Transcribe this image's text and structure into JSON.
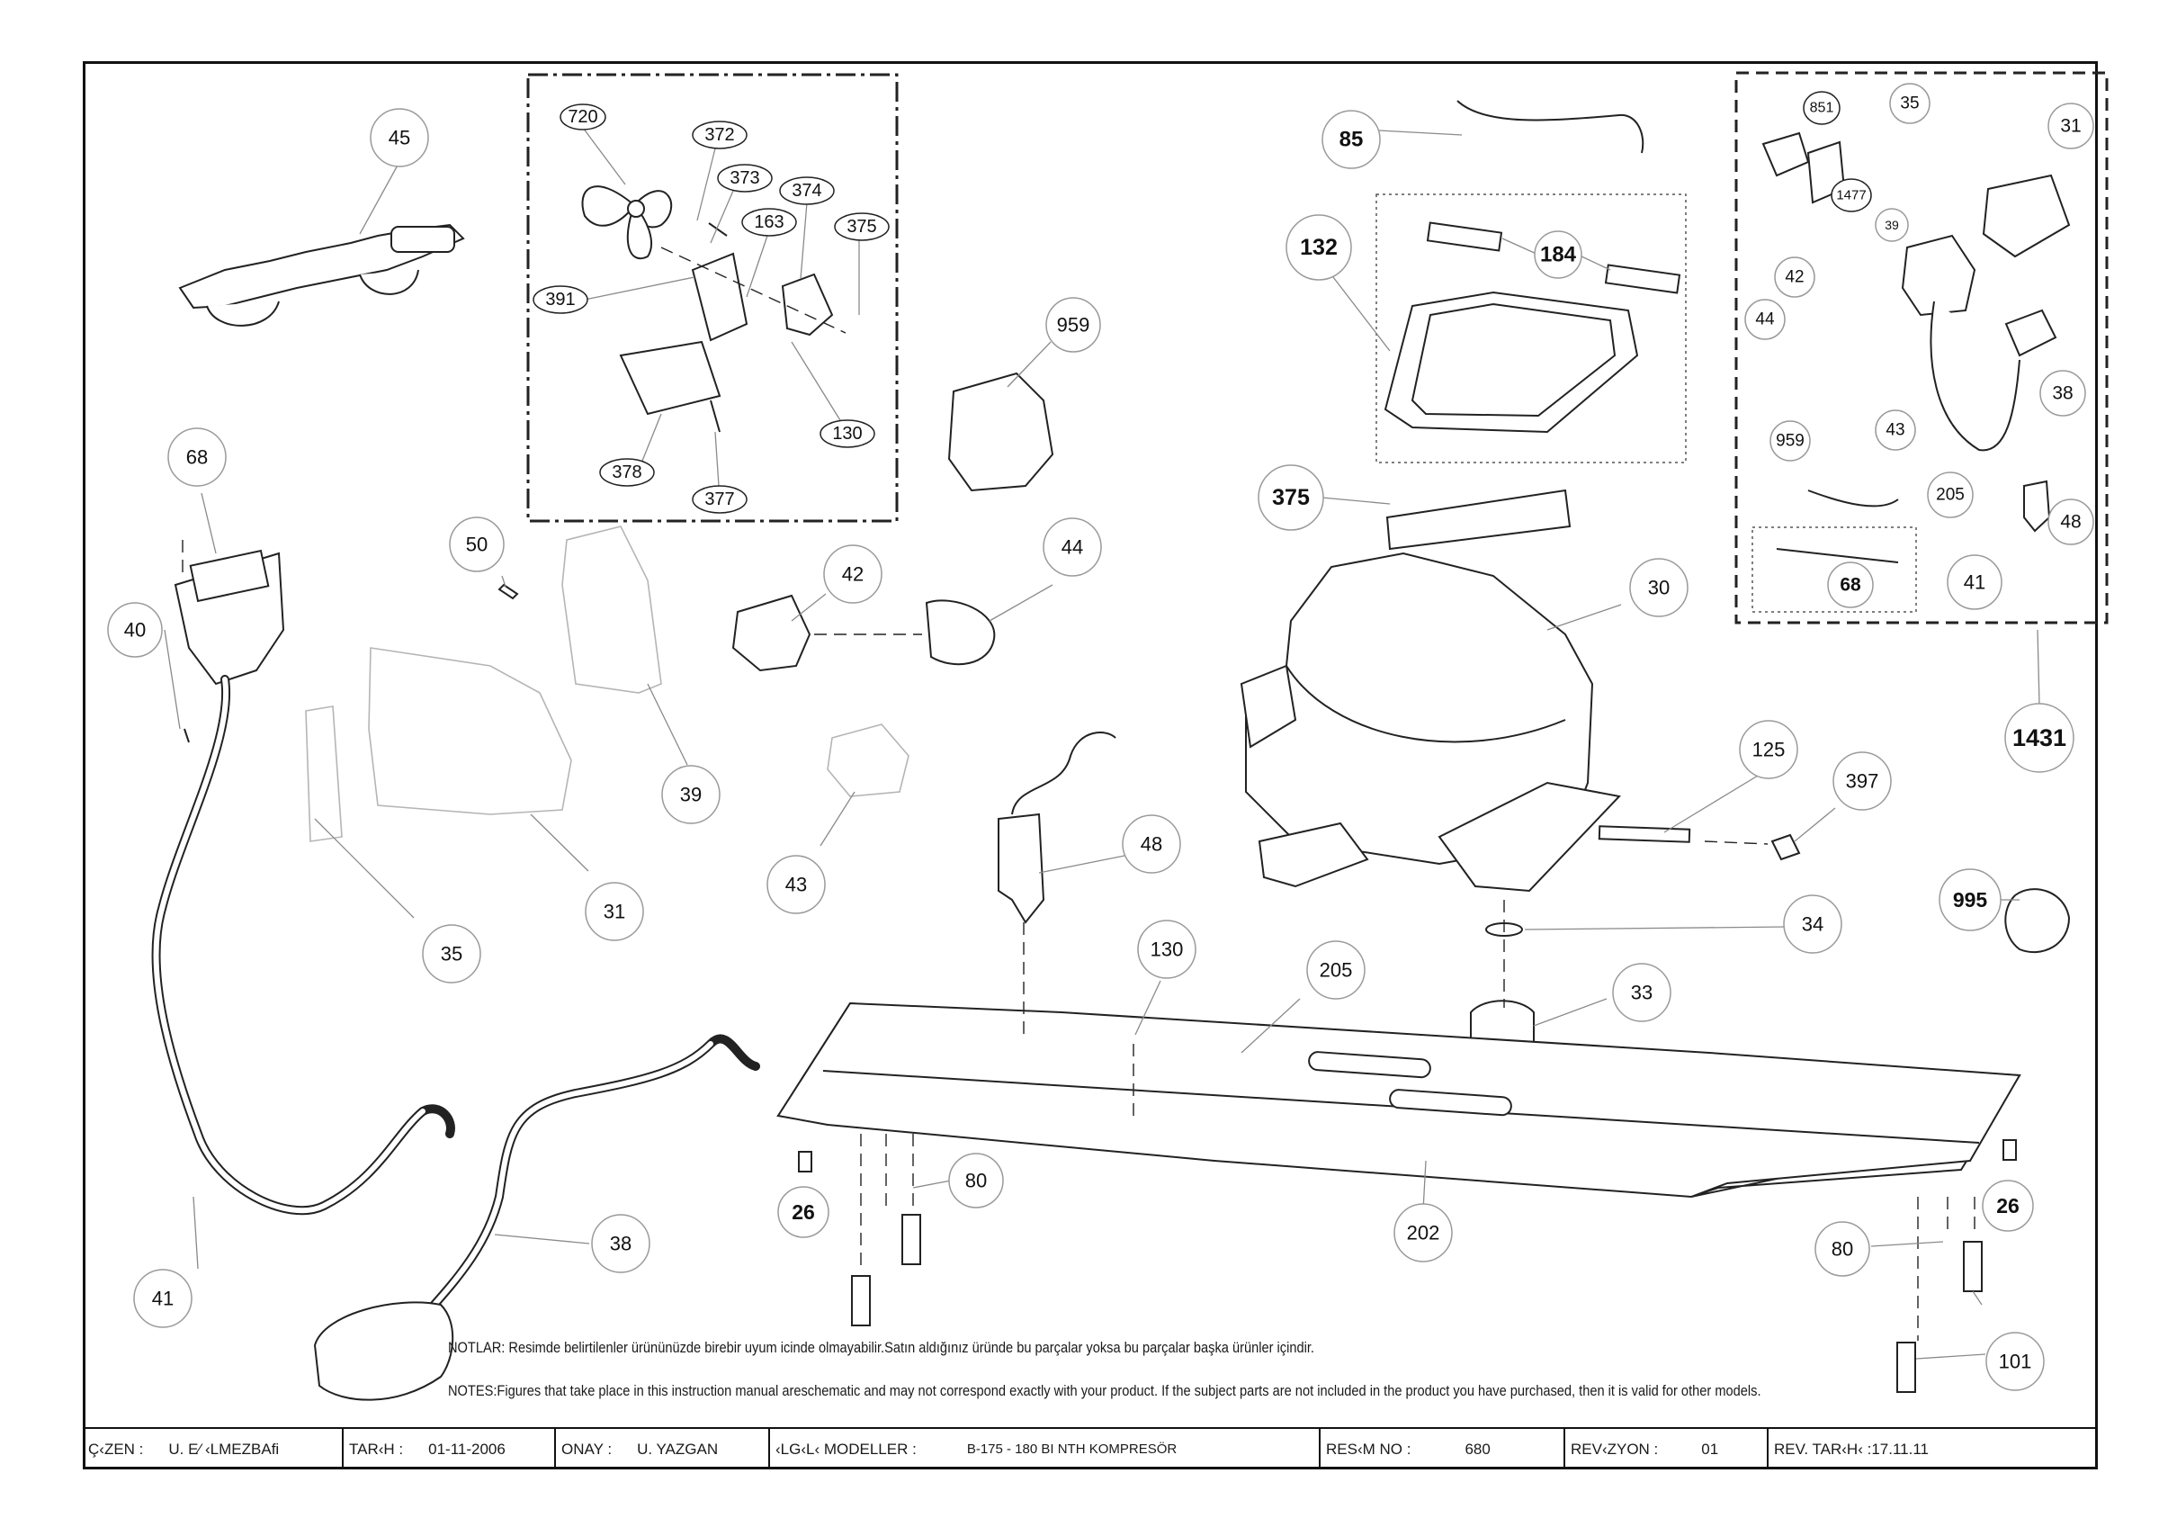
{
  "callouts": {
    "c45": "45",
    "c720": "720",
    "c372": "372",
    "c373": "373",
    "c374": "374",
    "c163": "163",
    "c375a": "375",
    "c391": "391",
    "c130a": "130",
    "c378": "378",
    "c377": "377",
    "c959a": "959",
    "c85": "85",
    "c132": "132",
    "c184": "184",
    "c375b": "375",
    "c68a": "68",
    "c40": "40",
    "c50": "50",
    "c39a": "39",
    "c42a": "42",
    "c44a": "44",
    "c31a": "31",
    "c35a": "35",
    "c43a": "43",
    "c48a": "48",
    "c30": "30",
    "c125": "125",
    "c397": "397",
    "c34": "34",
    "c995": "995",
    "c130b": "130",
    "c205a": "205",
    "c33": "33",
    "c26a": "26",
    "c80a": "80",
    "c202": "202",
    "c26b": "26",
    "c80b": "80",
    "c101": "101",
    "c41a": "41",
    "c38a": "38",
    "c851": "851",
    "c1477": "1477",
    "c35b": "35",
    "c31b": "31",
    "c39b": "39",
    "c42b": "42",
    "c44b": "44",
    "c38b": "38",
    "c43b": "43",
    "c959b": "959",
    "c205b": "205",
    "c48b": "48",
    "c68b": "68",
    "c41b": "41",
    "c1431": "1431"
  },
  "notes": {
    "tr": "NOTLAR: Resimde belirtilenler ürününüzde birebir  uyum icinde olmayabilir.Satın aldığınız üründe bu parçalar yoksa bu parçalar başka ürünler içindir.",
    "en": "NOTES:Figures that take place in this instruction manual areschematic  and may not correspond exactly with your product. If the subject parts are not included in the product you have purchased, then it is valid for other models."
  },
  "title_block": {
    "drawn_label": "Ç‹ZEN :",
    "drawn_value": "U. E⁄ ‹LMEZBAfi",
    "date_label": "TAR‹H :",
    "date_value": "01-11-2006",
    "approved_label": "ONAY :",
    "approved_value": "U. YAZGAN",
    "models_label": "‹LG‹L‹ MODELLER :",
    "models_value": "B-175 - 180 BI NTH KOMPRESÖR",
    "drawing_no_label": "RES‹M NO :",
    "drawing_no_value": "680",
    "revision_label": "REV‹ZYON :",
    "revision_value": "01",
    "rev_date": "REV. TAR‹H‹ :17.11.11"
  }
}
